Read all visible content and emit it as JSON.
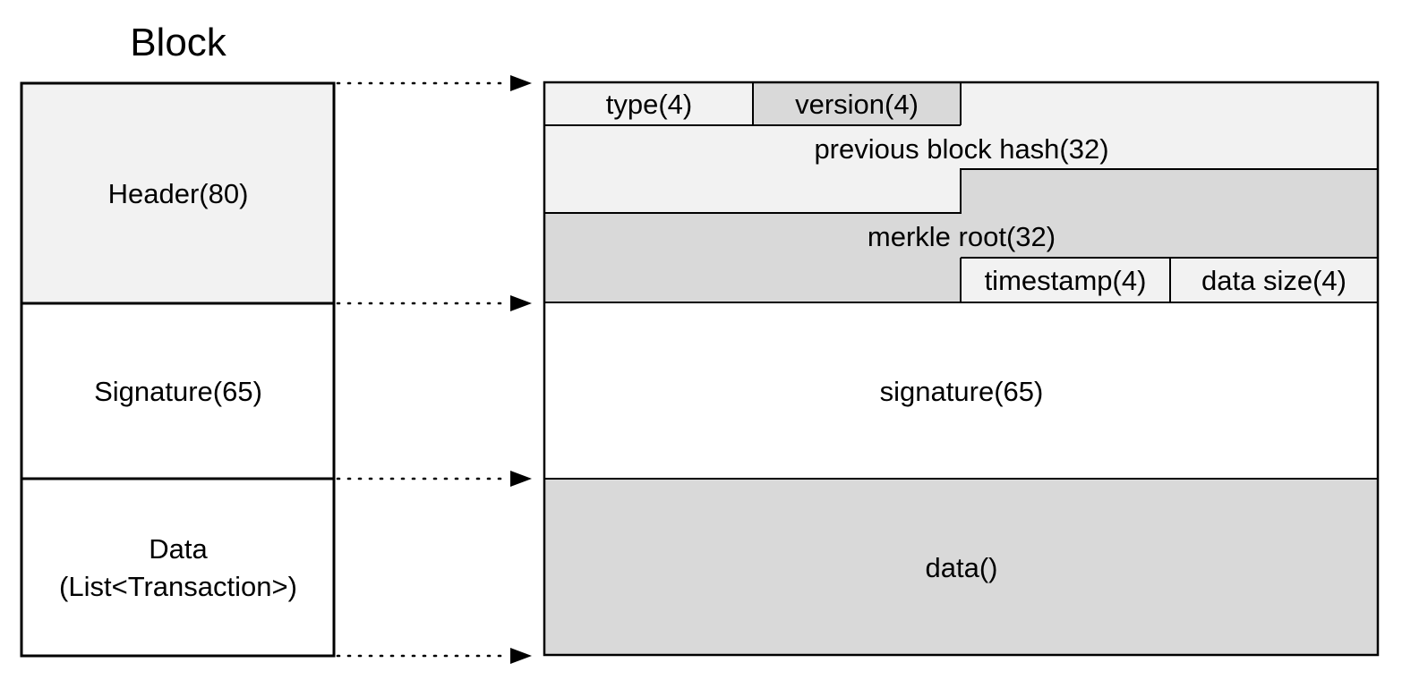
{
  "title": "Block",
  "block_sections": {
    "header": "Header(80)",
    "signature": "Signature(65)",
    "data_line1": "Data",
    "data_line2": "(List<Transaction>)"
  },
  "header_fields": {
    "type": "type(4)",
    "version": "version(4)",
    "previous_block_hash": "previous block hash(32)",
    "merkle_root": "merkle root(32)",
    "timestamp": "timestamp(4)",
    "data_size": "data size(4)"
  },
  "detail_sections": {
    "signature": "signature(65)",
    "data": "data()"
  },
  "colors": {
    "light_fill": "#f2f2f2",
    "dark_fill": "#d9d9d9",
    "white_fill": "#ffffff",
    "stroke": "#000000"
  }
}
